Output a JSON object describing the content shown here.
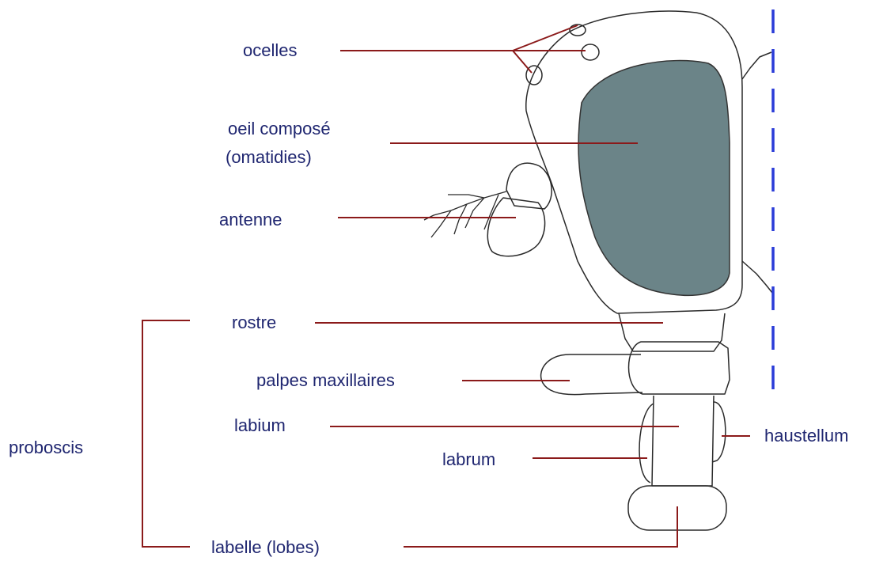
{
  "labels": {
    "ocelles": "ocelles",
    "oeil_line1": "oeil composé",
    "oeil_line2": "(omatidies)",
    "antenne": "antenne",
    "rostre": "rostre",
    "palpes": "palpes maxillaires",
    "labium": "labium",
    "labrum": "labrum",
    "haustellum": "haustellum",
    "labelle": "labelle (lobes)",
    "proboscis": "proboscis"
  },
  "colors": {
    "label_text": "#1f2670",
    "leader_line": "#8b1a1a",
    "outline": "#2a2a2a",
    "compound_eye": "#6b8488",
    "axis_dash": "#2a3cd8"
  }
}
